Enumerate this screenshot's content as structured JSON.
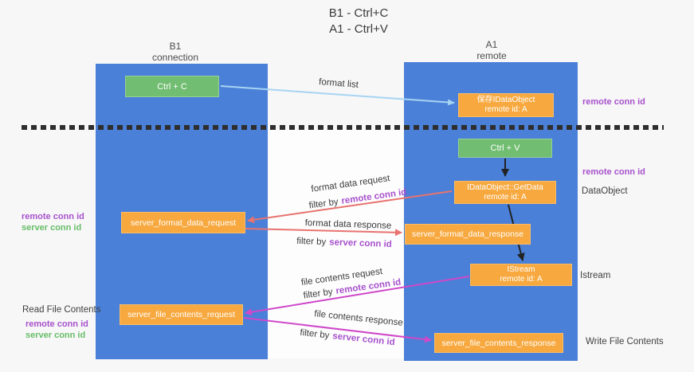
{
  "title": {
    "line1": "B1 - Ctrl+C",
    "line2": "A1 - Ctrl+V"
  },
  "lifelines": {
    "left": {
      "name": "B1",
      "role": "connection"
    },
    "right": {
      "name": "A1",
      "role": "remote"
    }
  },
  "nodes": {
    "ctrl_c": {
      "label": "Ctrl + C"
    },
    "save_idataobject": {
      "line1": "保存IDataObject",
      "line2": "remote id: A"
    },
    "ctrl_v": {
      "label": "Ctrl + V"
    },
    "getdata": {
      "line1": "IDataObject::GetData",
      "line2": "remote id: A"
    },
    "server_format_data_request": {
      "label": "server_format_data_request"
    },
    "server_format_data_response": {
      "label": "server_format_data_response"
    },
    "istream": {
      "line1": "IStream",
      "line2": "remote id: A"
    },
    "server_file_contents_request": {
      "label": "server_file_contents_request"
    },
    "server_file_contents_response": {
      "label": "server_file_contents_response"
    }
  },
  "messages": {
    "format_list": "format list",
    "format_data_request": "format data request",
    "format_data_response": "format data response",
    "file_contents_request": "file contents request",
    "file_contents_response": "file contents response",
    "filter_by": "filter by",
    "remote_conn_id": "remote conn id",
    "server_conn_id": "server conn id"
  },
  "annotations": {
    "right_remote_conn_id_1": "remote conn id",
    "right_remote_conn_id_2": "remote conn id",
    "dataobject": "DataObject",
    "istream": "Istream",
    "write_file_contents": "Write File Contents",
    "read_file_contents": "Read File Contents",
    "left_remote_conn_id_1": "remote conn id",
    "left_server_conn_id_1": "server conn id",
    "left_remote_conn_id_2": "remote conn id",
    "left_server_conn_id_2": "server conn id"
  },
  "colors": {
    "lifeline_blue": "#4a80d8",
    "node_orange": "#f7a940",
    "node_green": "#71bd71",
    "label_purple": "#a751cb",
    "label_green": "#67bd67",
    "arrow_red": "#e8736f",
    "arrow_magenta": "#cf49c9",
    "arrow_lightblue": "#a7d4f2",
    "arrow_black": "#222222",
    "dashed_divider": "#2e2e2e"
  }
}
